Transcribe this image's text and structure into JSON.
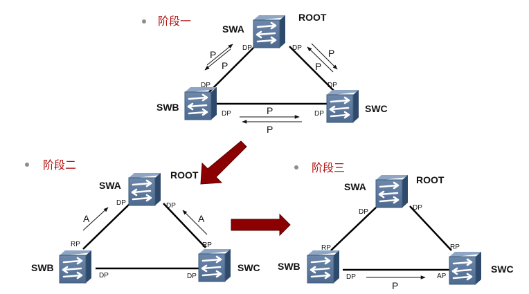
{
  "colors": {
    "stage_title": "#b01414",
    "bullet": "#8c8c8c",
    "big_arrow": "#8b0000",
    "switch_face": "#5a7496",
    "link": "#000000"
  },
  "stages": [
    {
      "title": "阶段一",
      "switches": {
        "swa": {
          "name": "SWA",
          "tag": "ROOT"
        },
        "swb": {
          "name": "SWB"
        },
        "swc": {
          "name": "SWC"
        }
      },
      "ports": {
        "swa_left": "DP",
        "swa_right": "DP",
        "swb_top": "DP",
        "swb_right": "DP",
        "swc_top": "DP",
        "swc_left": "DP"
      },
      "messages": {
        "ab_up": "P",
        "ab_down": "P",
        "ac_up": "P",
        "ac_down": "P",
        "bc_right": "P",
        "bc_left": "P"
      }
    },
    {
      "title": "阶段二",
      "switches": {
        "swa": {
          "name": "SWA",
          "tag": "ROOT"
        },
        "swb": {
          "name": "SWB"
        },
        "swc": {
          "name": "SWC"
        }
      },
      "ports": {
        "swa_left": "DP",
        "swa_right": "DP",
        "swb_top": "RP",
        "swb_right": "DP",
        "swc_top": "RP",
        "swc_left": "DP"
      },
      "messages": {
        "ba": "A",
        "ca": "A"
      }
    },
    {
      "title": "阶段三",
      "switches": {
        "swa": {
          "name": "SWA",
          "tag": "ROOT"
        },
        "swb": {
          "name": "SWB"
        },
        "swc": {
          "name": "SWC"
        }
      },
      "ports": {
        "swa_left": "DP",
        "swa_right": "DP",
        "swb_top": "RP",
        "swb_right": "DP",
        "swc_top": "RP",
        "swc_left": "AP"
      },
      "messages": {
        "bc": "P"
      }
    }
  ]
}
